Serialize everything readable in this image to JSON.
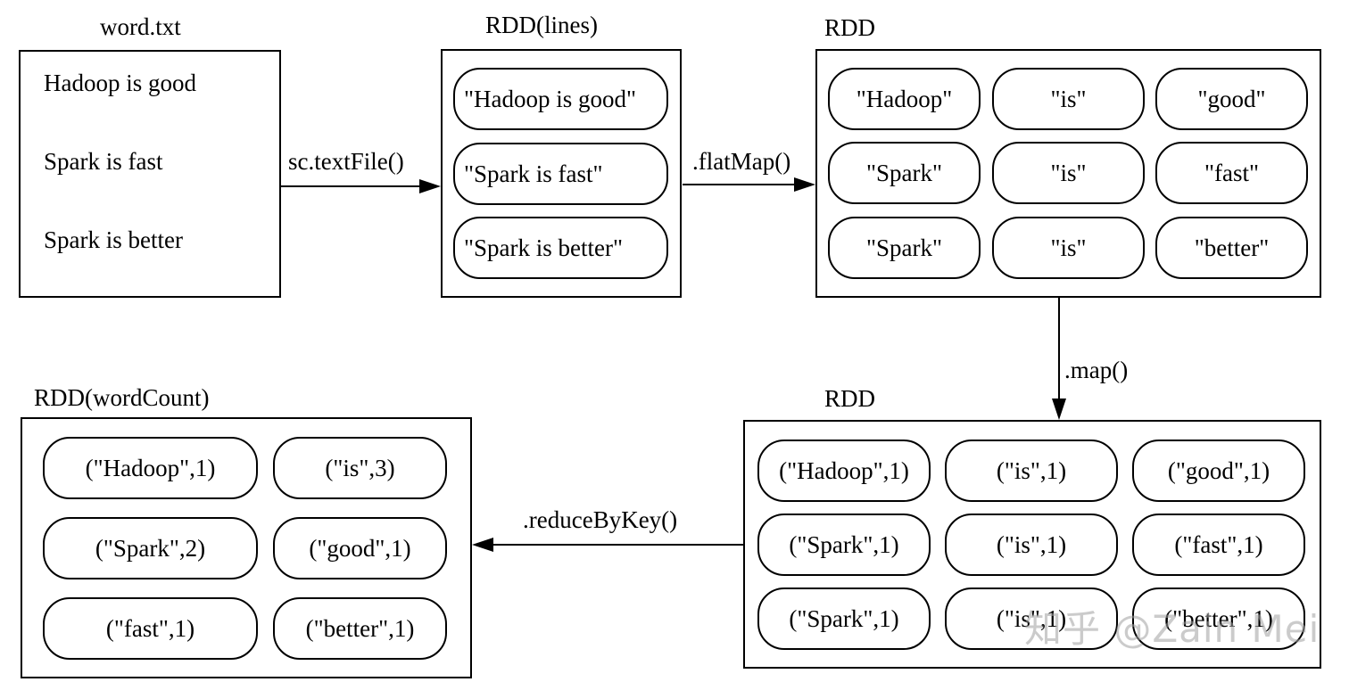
{
  "titles": {
    "word_txt": "word.txt",
    "rdd_lines": "RDD(lines)",
    "rdd_words": "RDD",
    "rdd_pairs": "RDD",
    "rdd_wordcount": "RDD(wordCount)"
  },
  "word_txt_lines": [
    "Hadoop is good",
    "Spark is fast",
    "Spark is better"
  ],
  "rdd_lines_items": [
    "\"Hadoop is good\"",
    "\"Spark is fast\"",
    "\"Spark is better\""
  ],
  "rdd_words_items": [
    "\"Hadoop\"",
    "\"is\"",
    "\"good\"",
    "\"Spark\"",
    "\"is\"",
    "\"fast\"",
    "\"Spark\"",
    "\"is\"",
    "\"better\""
  ],
  "rdd_pairs_items": [
    "(\"Hadoop\",1)",
    "(\"is\",1)",
    "(\"good\",1)",
    "(\"Spark\",1)",
    "(\"is\",1)",
    "(\"fast\",1)",
    "(\"Spark\",1)",
    "(\"is\",1)",
    "(\"better\",1)"
  ],
  "rdd_wordcount_items": [
    "(\"Hadoop\",1)",
    "(\"is\",3)",
    "(\"Spark\",2)",
    "(\"good\",1)",
    "(\"fast\",1)",
    "(\"better\",1)"
  ],
  "operations": {
    "textfile": "sc.textFile()",
    "flatmap": ".flatMap()",
    "map": ".map()",
    "reducebykey": ".reduceByKey()"
  },
  "watermark": "知乎 @Zain Mei"
}
